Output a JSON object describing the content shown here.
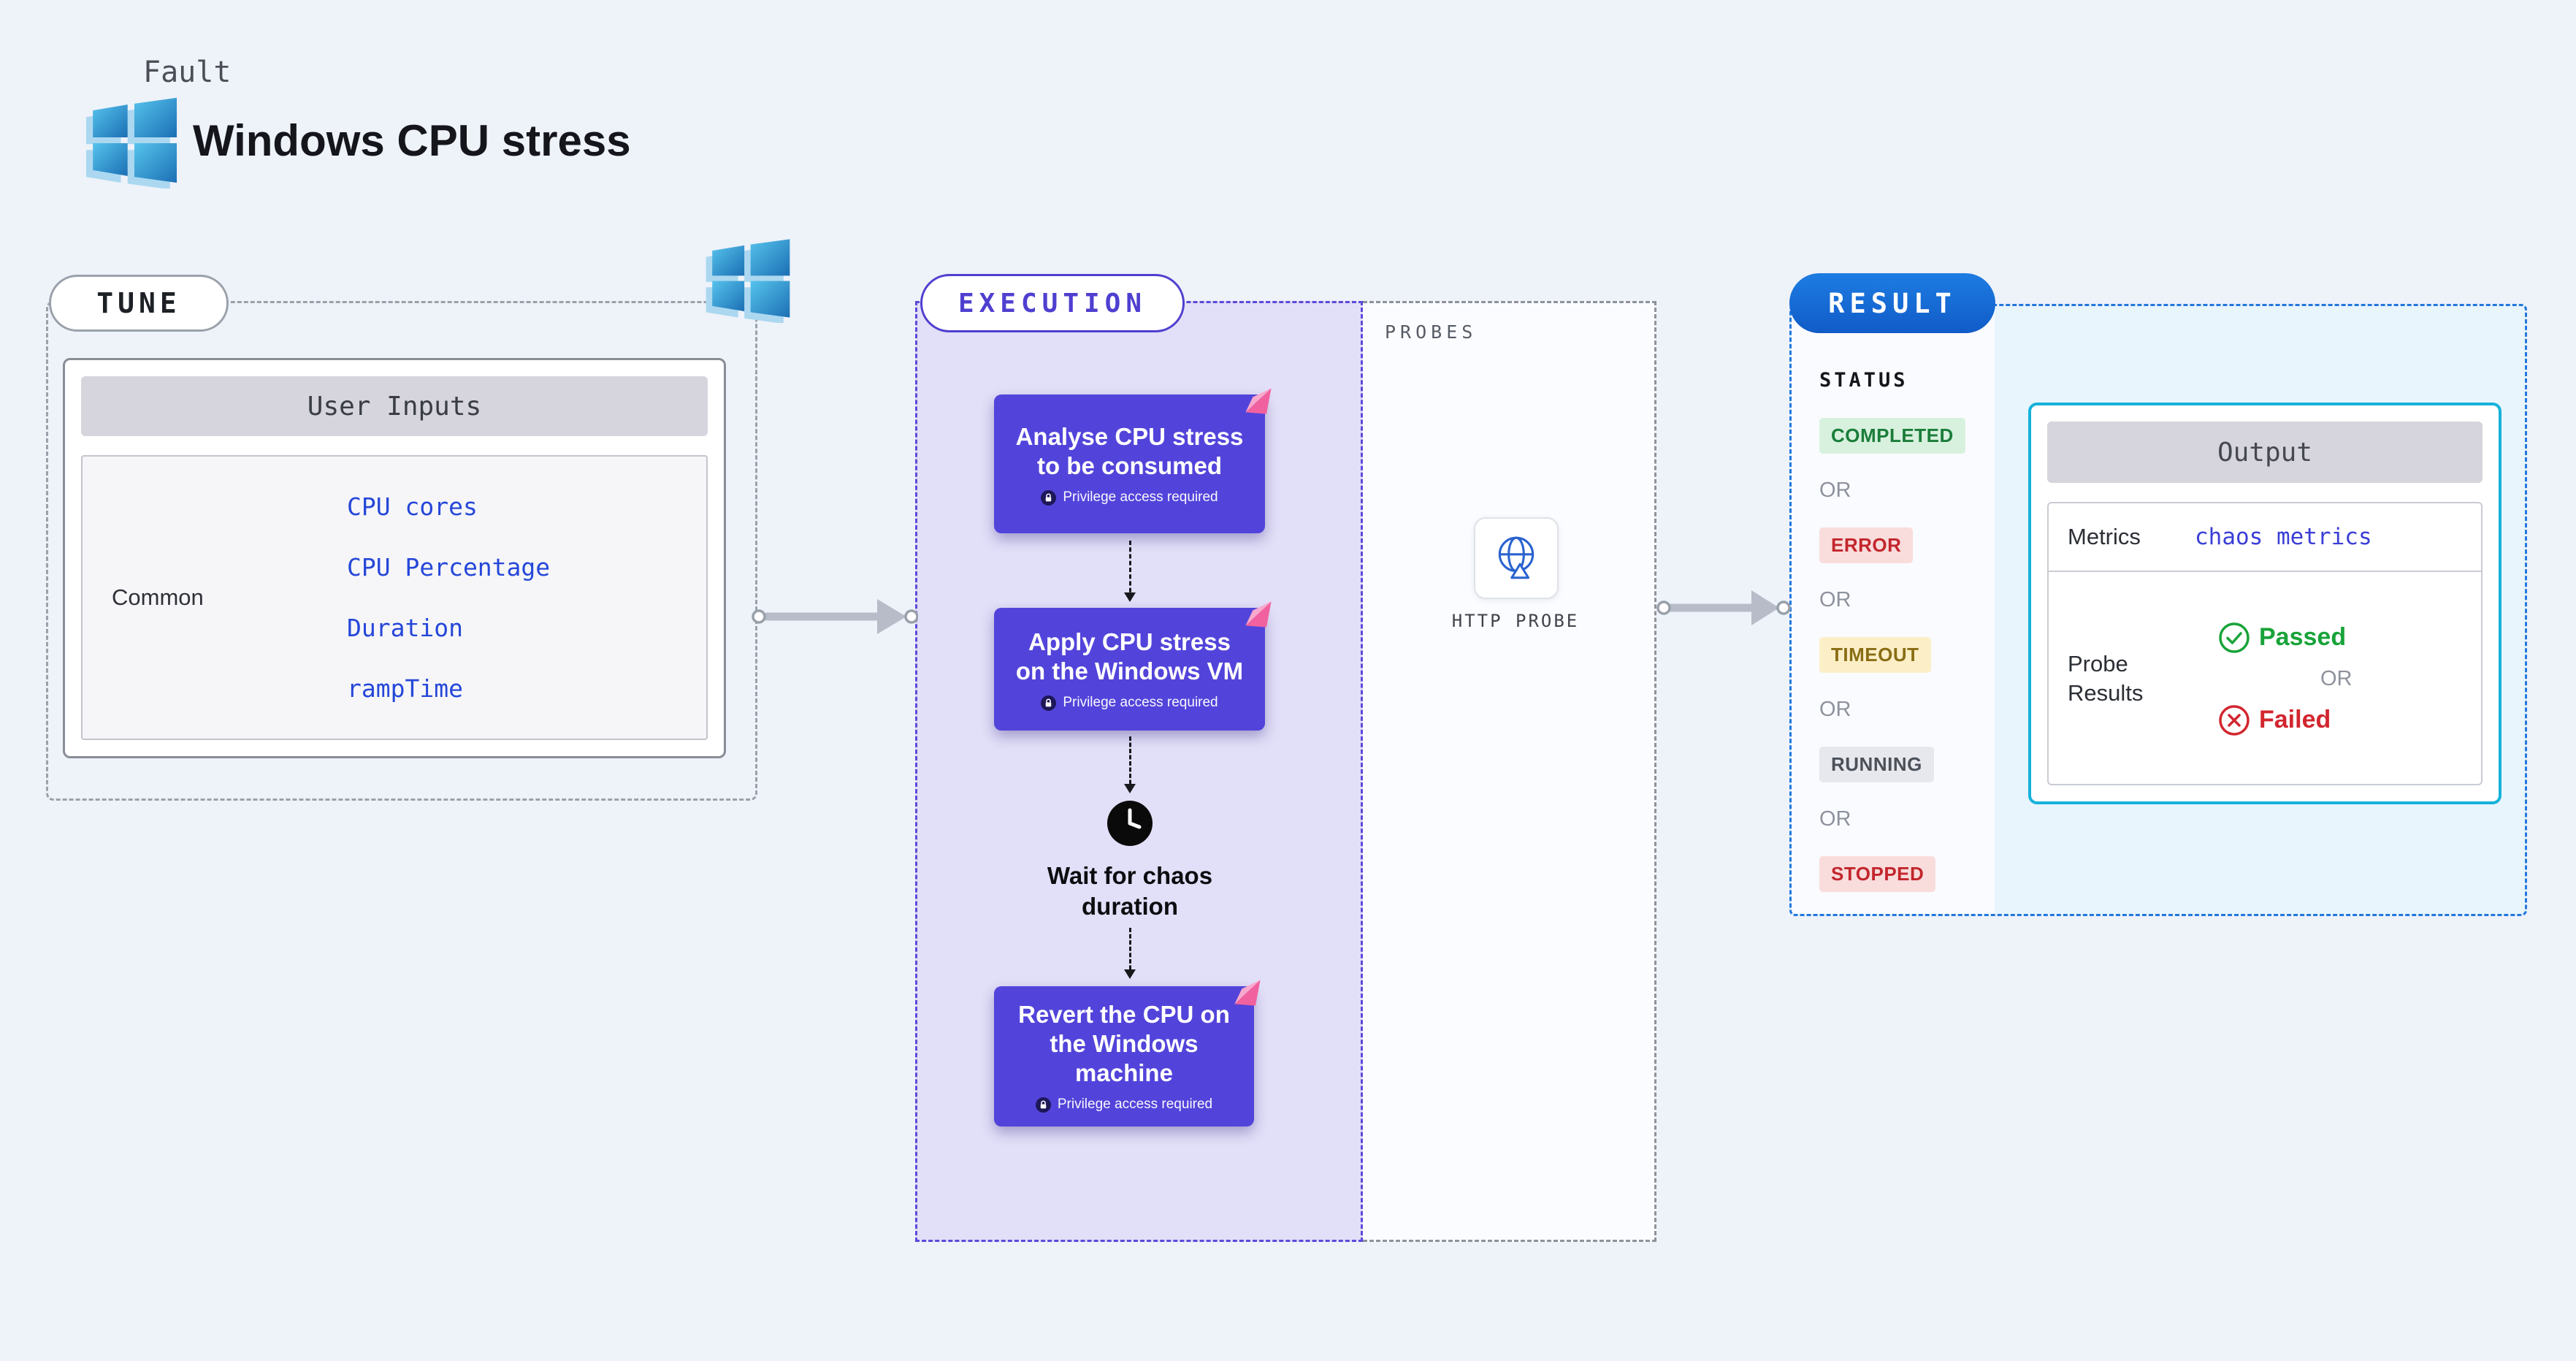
{
  "header": {
    "kicker": "Fault",
    "title": "Windows CPU stress"
  },
  "tune": {
    "label": "TUNE",
    "panel": {
      "header": "User Inputs",
      "row_label": "Common",
      "links": [
        "CPU cores",
        "CPU Percentage",
        "Duration",
        "rampTime"
      ]
    }
  },
  "execution": {
    "label": "EXECUTION",
    "steps": [
      {
        "title": "Analyse CPU stress to be consumed",
        "badge": "Privilege access required"
      },
      {
        "title": "Apply CPU stress on the Windows VM",
        "badge": "Privilege access required"
      },
      {
        "title": "Revert the CPU on the Windows machine",
        "badge": "Privilege access required"
      }
    ],
    "wait_label": "Wait for chaos duration"
  },
  "probes": {
    "label": "PROBES",
    "probe_label": "HTTP PROBE"
  },
  "result": {
    "label": "RESULT",
    "status_label": "STATUS",
    "or": "OR",
    "statuses": [
      "COMPLETED",
      "ERROR",
      "TIMEOUT",
      "RUNNING",
      "STOPPED"
    ],
    "output": {
      "header": "Output",
      "metrics_label": "Metrics",
      "metrics_link": "chaos metrics",
      "probe_results_label": "Probe Results",
      "passed": "Passed",
      "failed": "Failed"
    }
  },
  "icons": {
    "windows_logo": "windows-logo",
    "http_probe": "globe",
    "wait": "clock",
    "privilege": "lock",
    "passed": "check-circle",
    "failed": "x-circle",
    "step_marker": "pink-flag"
  },
  "colors": {
    "step_purple": "#5244da",
    "execution_border": "#5b4ad9",
    "result_blue": "#1566d2",
    "output_border": "#16b2da",
    "tune_link": "#2547d8",
    "metrics_link": "#3a3ed6",
    "success_green": "#18a339",
    "error_red": "#d2262e",
    "warning_yellow": "#8a6d15"
  }
}
